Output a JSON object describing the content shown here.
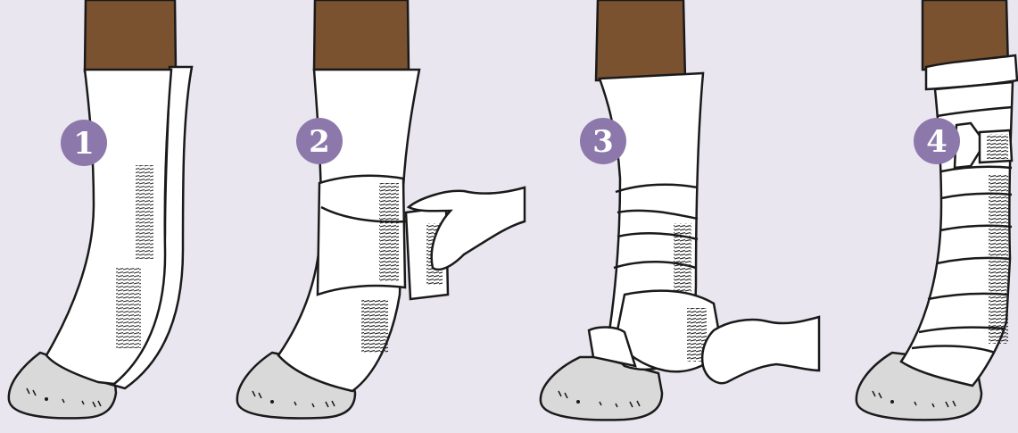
{
  "steps": [
    {
      "number": "1"
    },
    {
      "number": "2"
    },
    {
      "number": "3"
    },
    {
      "number": "4"
    }
  ],
  "colors": {
    "background": "#e9e6f0",
    "leg": "#7a5230",
    "bandage": "#ffffff",
    "hoof": "#d9d9d9",
    "outline": "#1a1a1a",
    "badge": "#8c78ab"
  }
}
